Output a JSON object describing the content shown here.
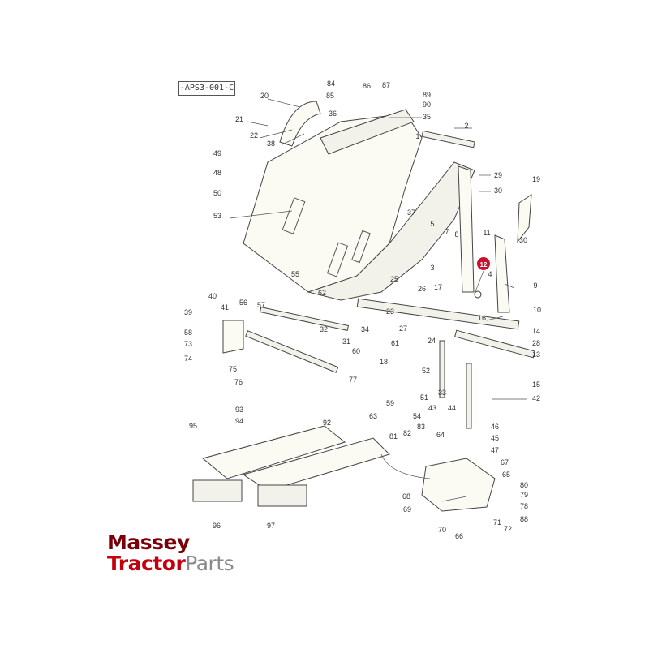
{
  "diagram": {
    "reference_code": "-APS3-001-C",
    "highlight_color": "#c8102e",
    "highlighted_part": "12",
    "callouts": [
      "84",
      "86",
      "87",
      "85",
      "89",
      "90",
      "20",
      "35",
      "36",
      "2",
      "21",
      "22",
      "38",
      "1",
      "49",
      "48",
      "50",
      "29",
      "30",
      "19",
      "53",
      "37",
      "5",
      "7",
      "8",
      "30",
      "11",
      "3",
      "4",
      "9",
      "55",
      "62",
      "25",
      "26",
      "17",
      "23",
      "10",
      "16",
      "40",
      "39",
      "41",
      "56",
      "57",
      "32",
      "34",
      "14",
      "58",
      "73",
      "74",
      "31",
      "60",
      "61",
      "27",
      "24",
      "28",
      "13",
      "18",
      "52",
      "33",
      "75",
      "77",
      "76",
      "59",
      "51",
      "15",
      "42",
      "93",
      "94",
      "92",
      "63",
      "43",
      "44",
      "54",
      "46",
      "45",
      "47",
      "95",
      "81",
      "82",
      "83",
      "64",
      "67",
      "65",
      "80",
      "79",
      "78",
      "88",
      "68",
      "69",
      "70",
      "71",
      "72",
      "66",
      "96",
      "97"
    ]
  },
  "logo": {
    "line1": "Massey",
    "line2a": "Tractor",
    "line2b": "Parts"
  }
}
